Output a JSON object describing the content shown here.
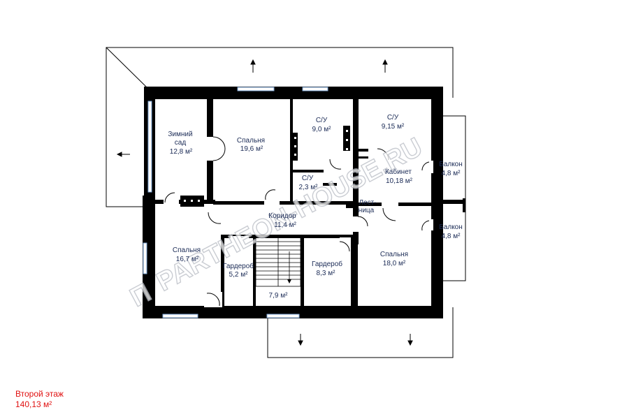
{
  "floor": {
    "title": "Второй этаж",
    "area": "140,13 м²"
  },
  "rooms": {
    "winter_garden": {
      "name_1": "Зимний",
      "name_2": "сад",
      "area": "12,8 м²"
    },
    "bedroom_top": {
      "name": "Спальня",
      "area": "19,6 м²"
    },
    "bath_1": {
      "name": "С/У",
      "area": "9,0 м²"
    },
    "bath_2": {
      "name": "С/У",
      "area": "9,15 м²"
    },
    "bath_3": {
      "name": "С/У",
      "area": "2,3 м²"
    },
    "office": {
      "name": "Кабинет",
      "area": "10,18 м²"
    },
    "balcony_1": {
      "name": "Балкон",
      "area": "4,8 м²"
    },
    "balcony_2": {
      "name": "Балкон",
      "area": "4,8 м²"
    },
    "stairs_right": {
      "name_1": "Лест-",
      "name_2": "ница"
    },
    "corridor": {
      "name": "Коридор",
      "area": "11,4 м²"
    },
    "bedroom_left": {
      "name": "Спальня",
      "area": "16,7 м²"
    },
    "wardrobe_1": {
      "name": "Гардероб",
      "area": "5,2 м²"
    },
    "stairs": {
      "area": "7,9 м²"
    },
    "wardrobe_2": {
      "name": "Гардероб",
      "area": "8,3 м²"
    },
    "bedroom_right": {
      "name": "Спальня",
      "area": "18,0 м²"
    }
  },
  "watermark": {
    "text": "PARTHEON-HOUSE.RU",
    "logo": "П"
  },
  "colors": {
    "wall": "#000000",
    "label": "#1a2a55",
    "window": "#7fa8d8",
    "caption": "#e01010"
  }
}
